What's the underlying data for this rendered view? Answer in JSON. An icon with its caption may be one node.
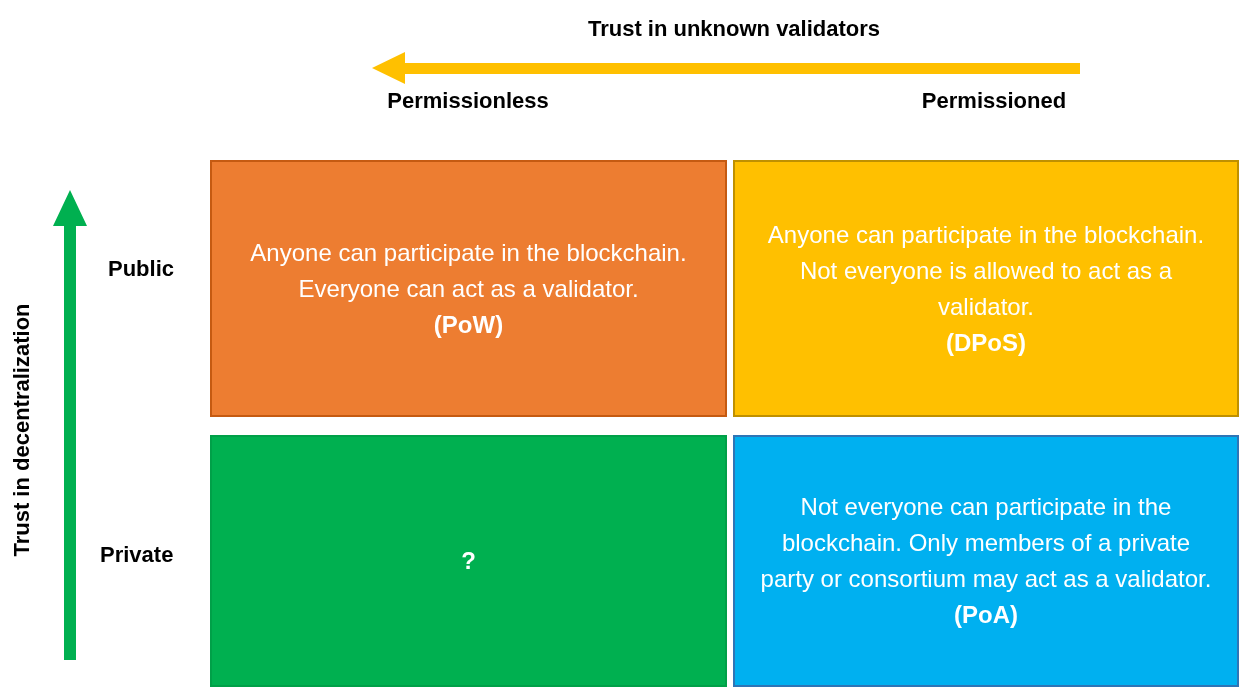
{
  "diagram": {
    "nodes": [
      {
        "text": [
          "Anyone can participate in the blockchain. Everyone can act as a validator.",
          "(PoW)"
        ]
      },
      {
        "text": [
          "Anyone can participate in the blockchain. Not everyone is allowed to act as a validator.",
          "(DPoS)"
        ]
      },
      {
        "text": [
          "?"
        ]
      },
      {
        "text": [
          "Not everyone can participate in the blockchain. Only members of a private party or consortium may act as a validator.",
          "(PoA)"
        ]
      }
    ],
    "labels": [
      "Trust in unknown validators",
      "Permissionless",
      "Permissioned",
      "Public",
      "Private",
      "Trust in decentralization"
    ]
  }
}
